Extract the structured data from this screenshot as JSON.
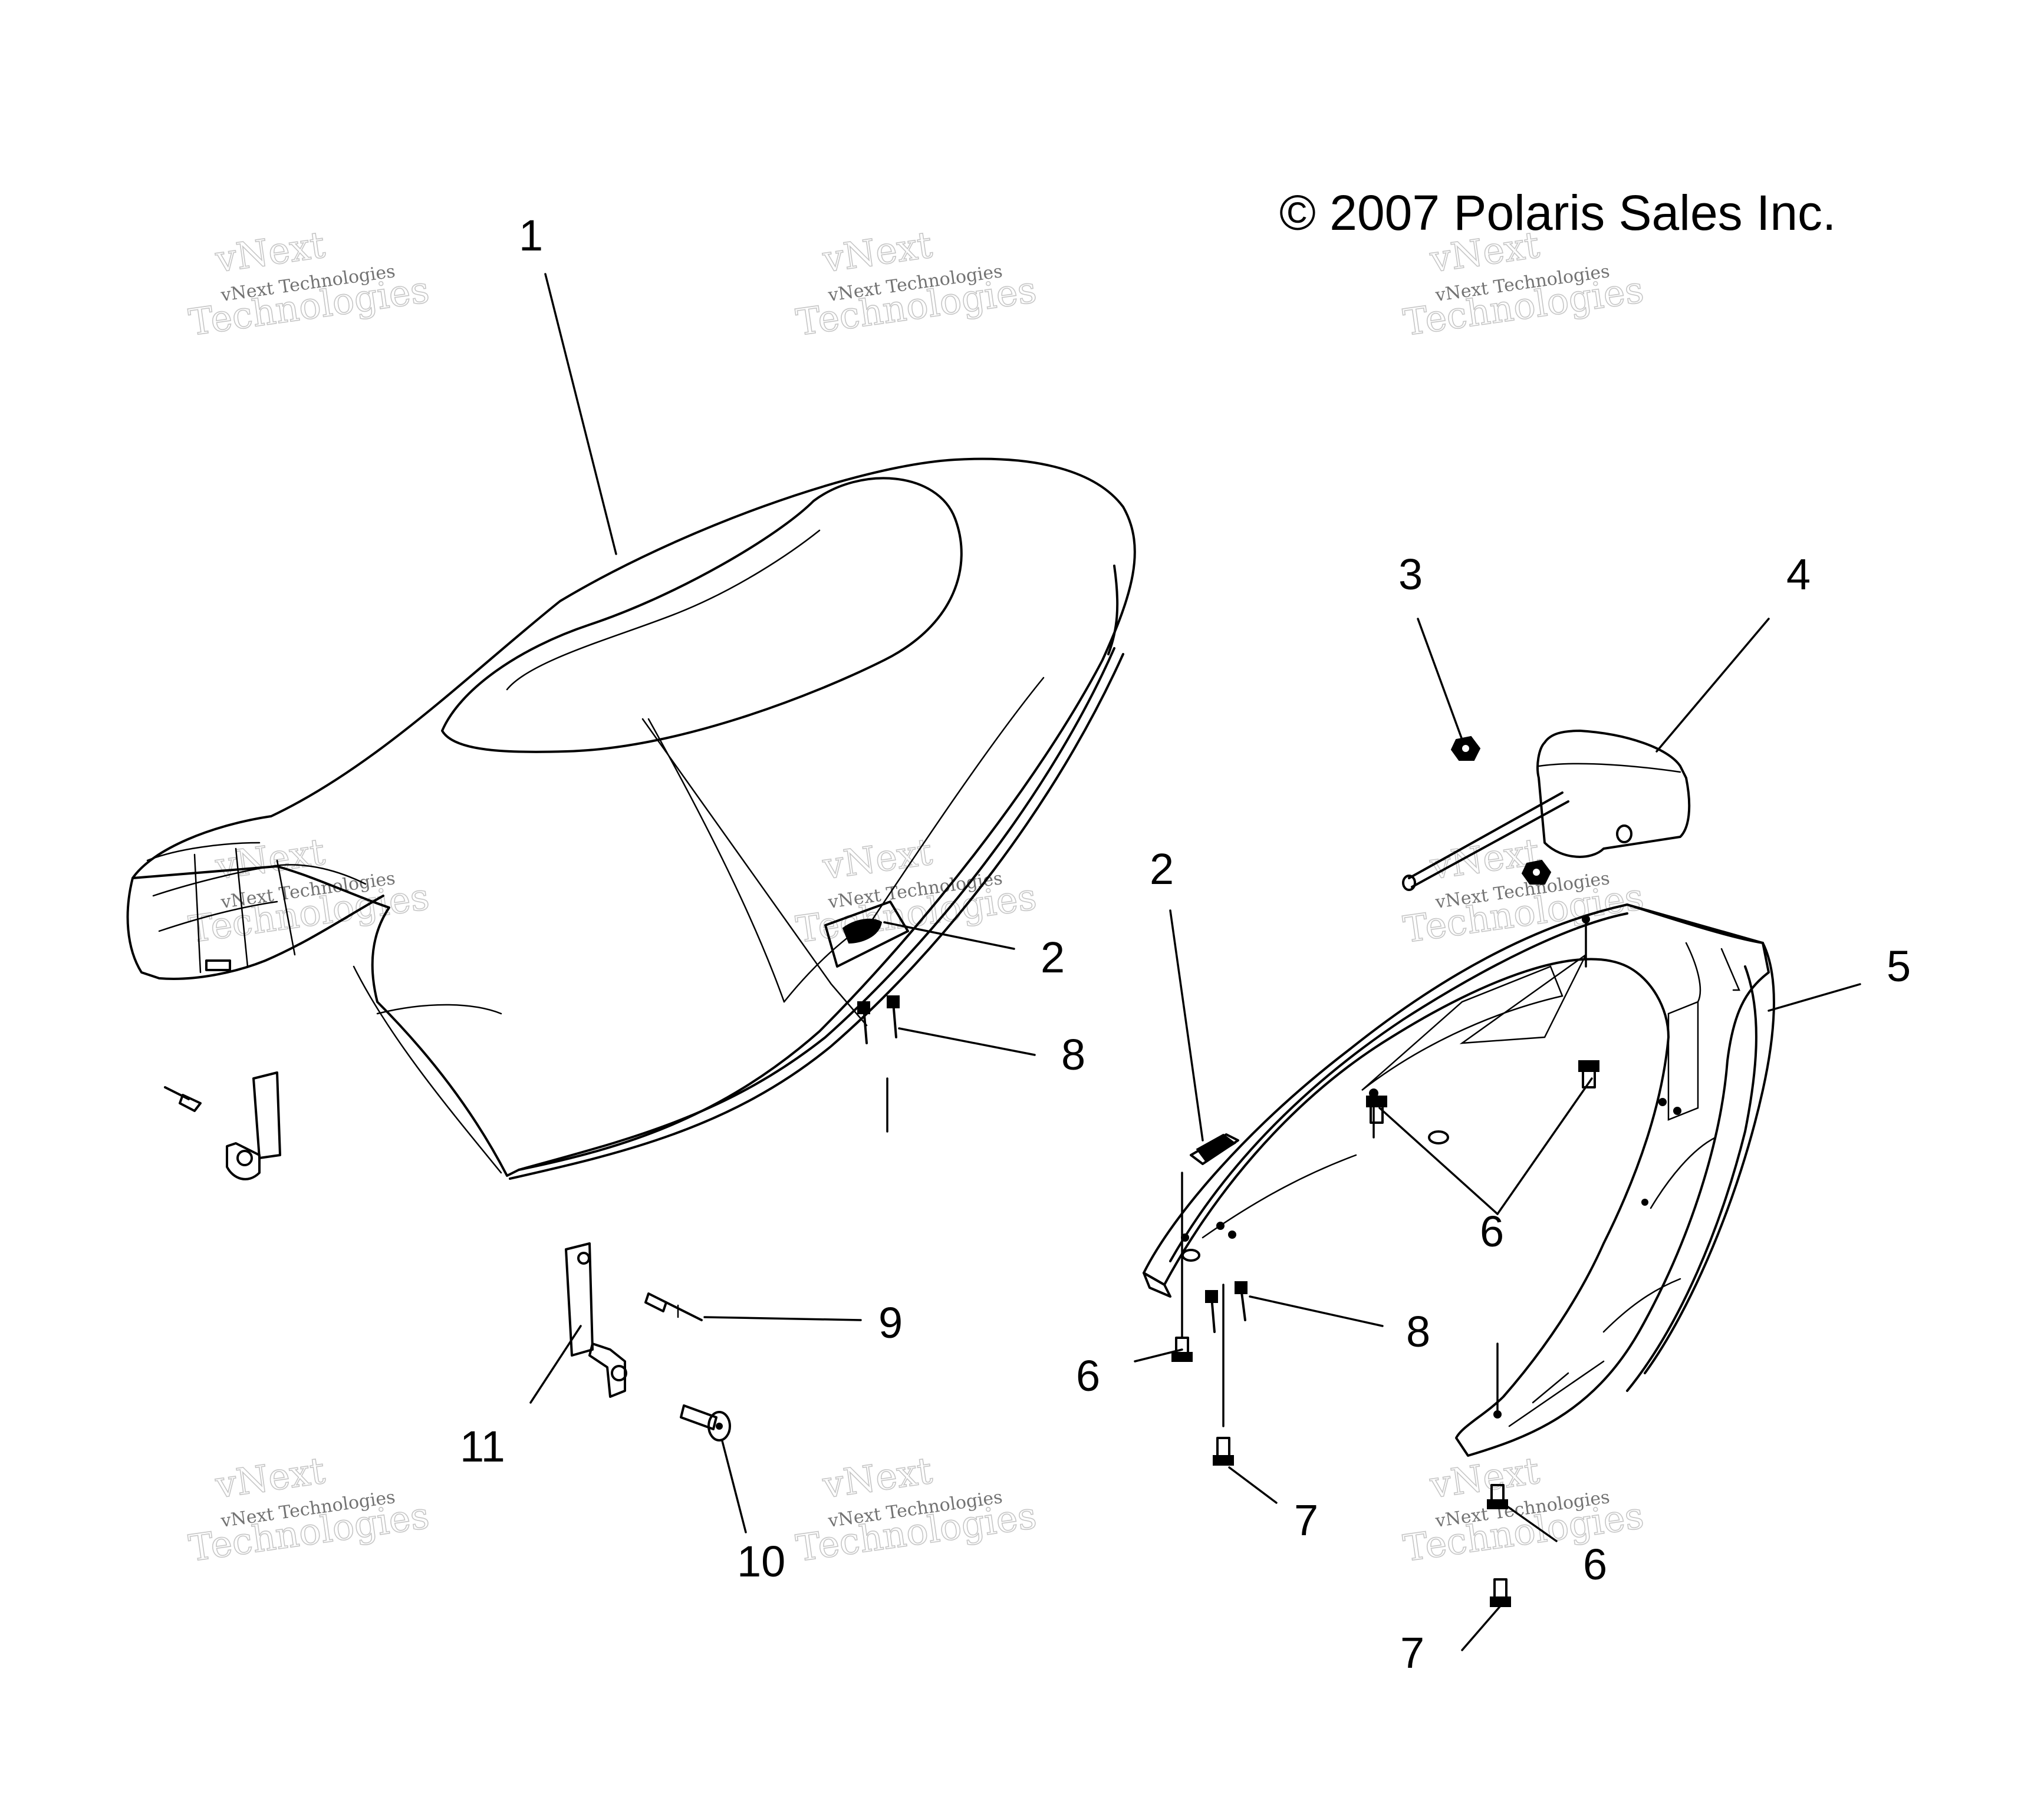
{
  "copyright": "© 2007 Polaris Sales Inc.",
  "watermark": {
    "line_top": "vNext",
    "line_mid": "vNext Technologies",
    "line_bottom": "Technologies"
  },
  "callouts": {
    "c1": "1",
    "c2a": "2",
    "c2b": "2",
    "c3": "3",
    "c4": "4",
    "c5": "5",
    "c6a": "6",
    "c6b": "6",
    "c6c": "6",
    "c7a": "7",
    "c7b": "7",
    "c8a": "8",
    "c8b": "8",
    "c9": "9",
    "c10": "10",
    "c11": "11"
  }
}
